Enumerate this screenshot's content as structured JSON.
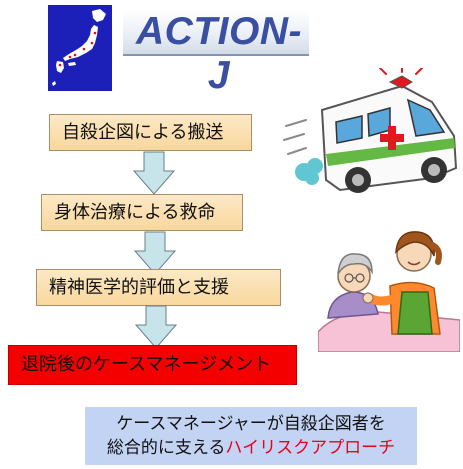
{
  "logo": {
    "text": "ACTION-J"
  },
  "flow": {
    "steps": [
      {
        "label": "自殺企図による搬送"
      },
      {
        "label": "身体治療による救命"
      },
      {
        "label": "精神医学的評価と支援"
      },
      {
        "label": "退院後のケースマネージメント"
      }
    ]
  },
  "caption": {
    "line1": "ケースマネージャーが自殺企図者を",
    "line2_prefix": "総合的に支える",
    "line2_highlight": "ハイリスクアプローチ"
  },
  "colors": {
    "step_fill": "#f9dea8",
    "final_step_fill": "#f50000",
    "arrow_fill": "#c6e4ea",
    "caption_fill": "#c2d3f3",
    "highlight_text": "#e8001c",
    "logo_text": "#3a4fa2",
    "map_background": "#1c1fb8"
  },
  "illustrations": {
    "logo_map": "japan-map-icon",
    "vehicle": "ambulance-icon",
    "people": "caregiver-with-elderly-patient-illustration"
  }
}
